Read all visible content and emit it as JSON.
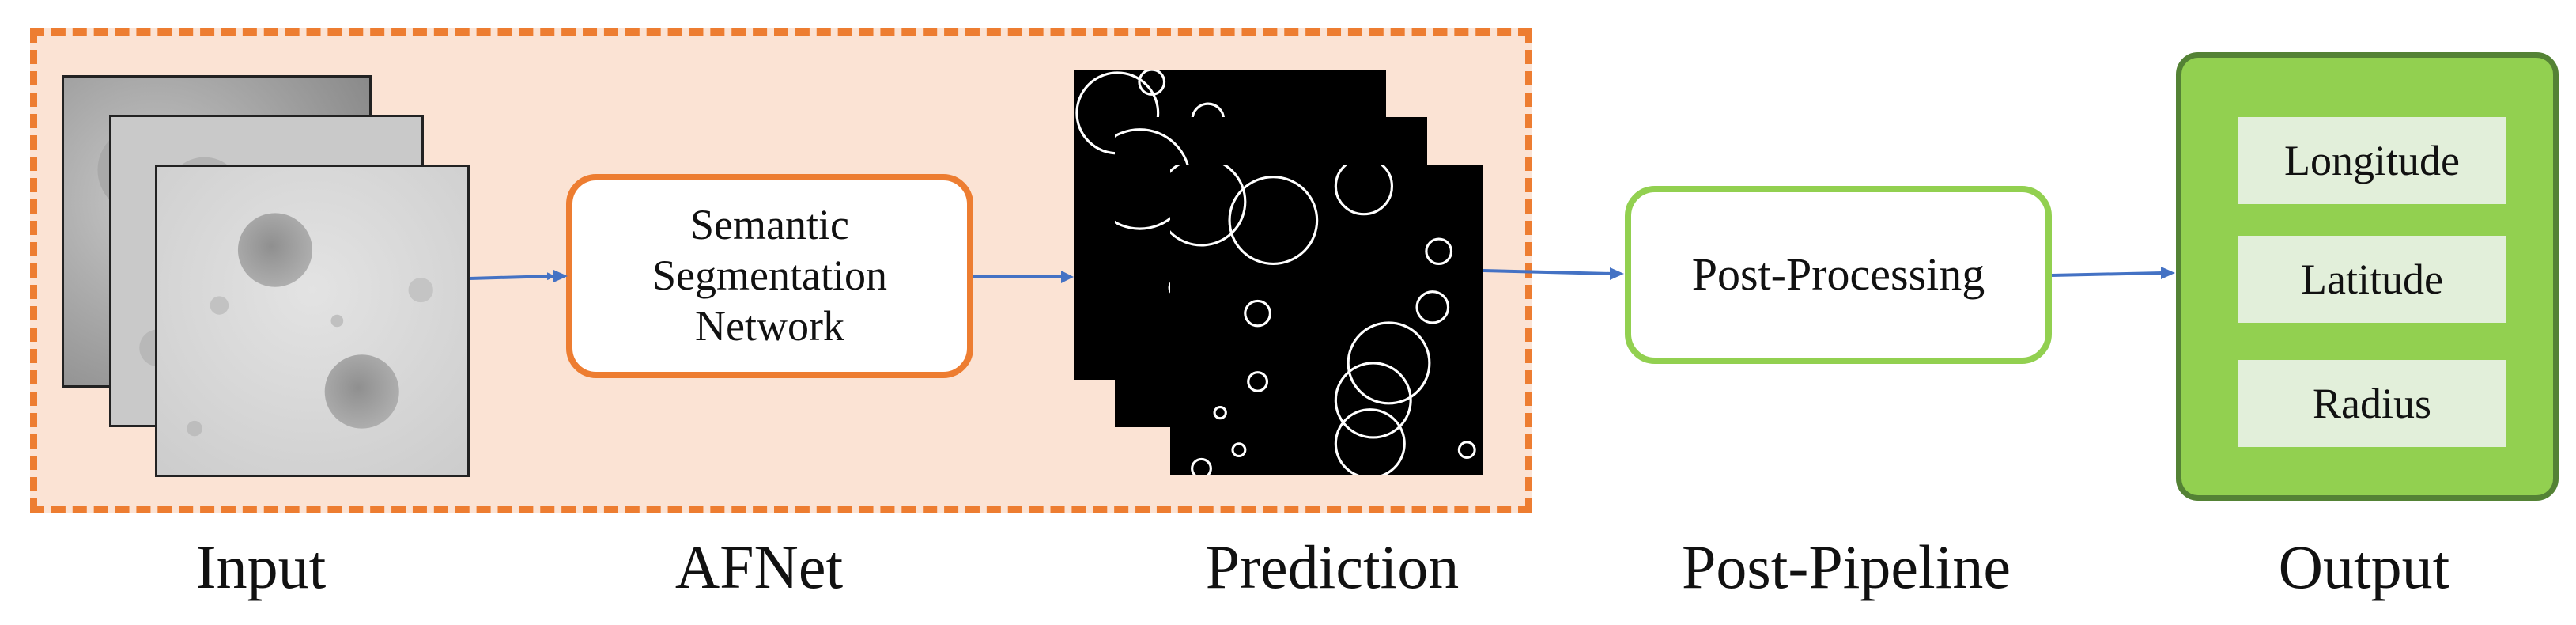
{
  "diagram": {
    "stages": {
      "input": "Input",
      "afnet": "AFNet",
      "prediction": "Prediction",
      "post_pipeline": "Post-Pipeline",
      "output": "Output"
    },
    "segmentation_box": {
      "line1": "Semantic",
      "line2": "Segmentation",
      "line3": "Network"
    },
    "post_processing_box": "Post-Processing",
    "output_fields": [
      "Longitude",
      "Latitude",
      "Radius"
    ],
    "colors": {
      "afnet_fill": "#fbe3d4",
      "afnet_border": "#ed7d31",
      "post_border": "#92d050",
      "output_fill": "#92d050",
      "output_border": "#548235",
      "output_item_fill": "#e2efda",
      "arrow": "#4472c4"
    }
  }
}
